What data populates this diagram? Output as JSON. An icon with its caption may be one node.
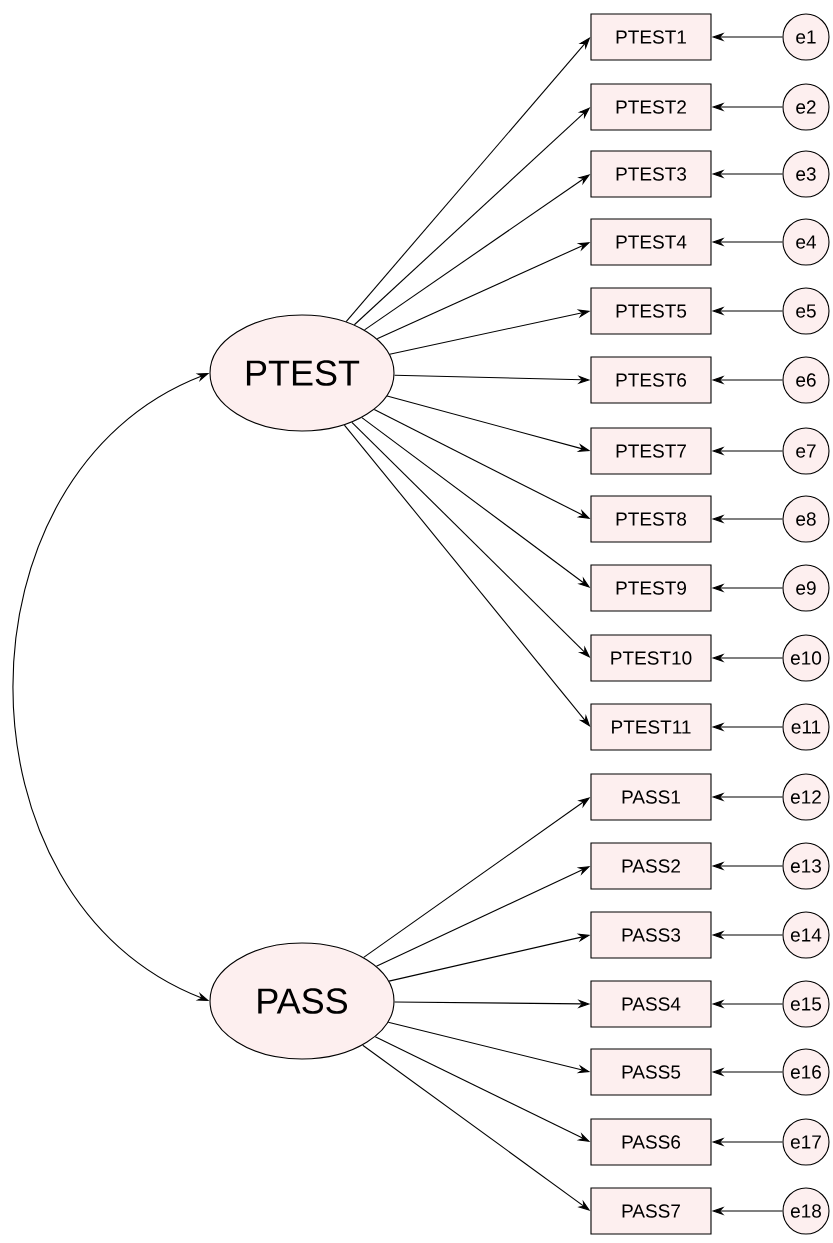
{
  "diagram": {
    "nodes": [
      {
        "text": [
          "PTEST"
        ]
      },
      {
        "text": [
          "PASS"
        ]
      },
      {
        "text": [
          "PTEST1"
        ]
      },
      {
        "text": [
          "PTEST2"
        ]
      },
      {
        "text": [
          "PTEST3"
        ]
      },
      {
        "text": [
          "PTEST4"
        ]
      },
      {
        "text": [
          "PTEST5"
        ]
      },
      {
        "text": [
          "PTEST6"
        ]
      },
      {
        "text": [
          "PTEST7"
        ]
      },
      {
        "text": [
          "PTEST8"
        ]
      },
      {
        "text": [
          "PTEST9"
        ]
      },
      {
        "text": [
          "PTEST10"
        ]
      },
      {
        "text": [
          "PTEST11"
        ]
      },
      {
        "text": [
          "PASS1"
        ]
      },
      {
        "text": [
          "PASS2"
        ]
      },
      {
        "text": [
          "PASS3"
        ]
      },
      {
        "text": [
          "PASS4"
        ]
      },
      {
        "text": [
          "PASS5"
        ]
      },
      {
        "text": [
          "PASS6"
        ]
      },
      {
        "text": [
          "PASS7"
        ]
      },
      {
        "text": [
          "e1"
        ]
      },
      {
        "text": [
          "e2"
        ]
      },
      {
        "text": [
          "e3"
        ]
      },
      {
        "text": [
          "e4"
        ]
      },
      {
        "text": [
          "e5"
        ]
      },
      {
        "text": [
          "e6"
        ]
      },
      {
        "text": [
          "e7"
        ]
      },
      {
        "text": [
          "e8"
        ]
      },
      {
        "text": [
          "e9"
        ]
      },
      {
        "text": [
          "e10"
        ]
      },
      {
        "text": [
          "e11"
        ]
      },
      {
        "text": [
          "e12"
        ]
      },
      {
        "text": [
          "e13"
        ]
      },
      {
        "text": [
          "e14"
        ]
      },
      {
        "text": [
          "e15"
        ]
      },
      {
        "text": [
          "e16"
        ]
      },
      {
        "text": [
          "e17"
        ]
      },
      {
        "text": [
          "e18"
        ]
      }
    ],
    "edges": [
      {
        "from": 0,
        "to": 1,
        "arrow": "both"
      },
      {
        "from": 0,
        "to": 2,
        "arrow": "to"
      },
      {
        "from": 0,
        "to": 3,
        "arrow": "to"
      },
      {
        "from": 0,
        "to": 4,
        "arrow": "to"
      },
      {
        "from": 0,
        "to": 5,
        "arrow": "to"
      },
      {
        "from": 0,
        "to": 6,
        "arrow": "to"
      },
      {
        "from": 0,
        "to": 7,
        "arrow": "to"
      },
      {
        "from": 0,
        "to": 8,
        "arrow": "to"
      },
      {
        "from": 0,
        "to": 9,
        "arrow": "to"
      },
      {
        "from": 0,
        "to": 10,
        "arrow": "to"
      },
      {
        "from": 0,
        "to": 11,
        "arrow": "to"
      },
      {
        "from": 0,
        "to": 12,
        "arrow": "to"
      },
      {
        "from": 1,
        "to": 13,
        "arrow": "to"
      },
      {
        "from": 1,
        "to": 14,
        "arrow": "to"
      },
      {
        "from": 1,
        "to": 15,
        "arrow": "to"
      },
      {
        "from": 1,
        "to": 16,
        "arrow": "to"
      },
      {
        "from": 1,
        "to": 17,
        "arrow": "to"
      },
      {
        "from": 1,
        "to": 18,
        "arrow": "to"
      },
      {
        "from": 1,
        "to": 19,
        "arrow": "to"
      },
      {
        "from": 20,
        "to": 2,
        "arrow": "to"
      },
      {
        "from": 21,
        "to": 3,
        "arrow": "to"
      },
      {
        "from": 22,
        "to": 4,
        "arrow": "to"
      },
      {
        "from": 23,
        "to": 5,
        "arrow": "to"
      },
      {
        "from": 24,
        "to": 6,
        "arrow": "to"
      },
      {
        "from": 25,
        "to": 7,
        "arrow": "to"
      },
      {
        "from": 26,
        "to": 8,
        "arrow": "to"
      },
      {
        "from": 27,
        "to": 9,
        "arrow": "to"
      },
      {
        "from": 28,
        "to": 10,
        "arrow": "to"
      },
      {
        "from": 29,
        "to": 11,
        "arrow": "to"
      },
      {
        "from": 30,
        "to": 12,
        "arrow": "to"
      },
      {
        "from": 31,
        "to": 13,
        "arrow": "to"
      },
      {
        "from": 32,
        "to": 14,
        "arrow": "to"
      },
      {
        "from": 33,
        "to": 15,
        "arrow": "to"
      },
      {
        "from": 34,
        "to": 16,
        "arrow": "to"
      },
      {
        "from": 35,
        "to": 17,
        "arrow": "to"
      },
      {
        "from": 36,
        "to": 18,
        "arrow": "to"
      },
      {
        "from": 37,
        "to": 19,
        "arrow": "to"
      }
    ]
  }
}
